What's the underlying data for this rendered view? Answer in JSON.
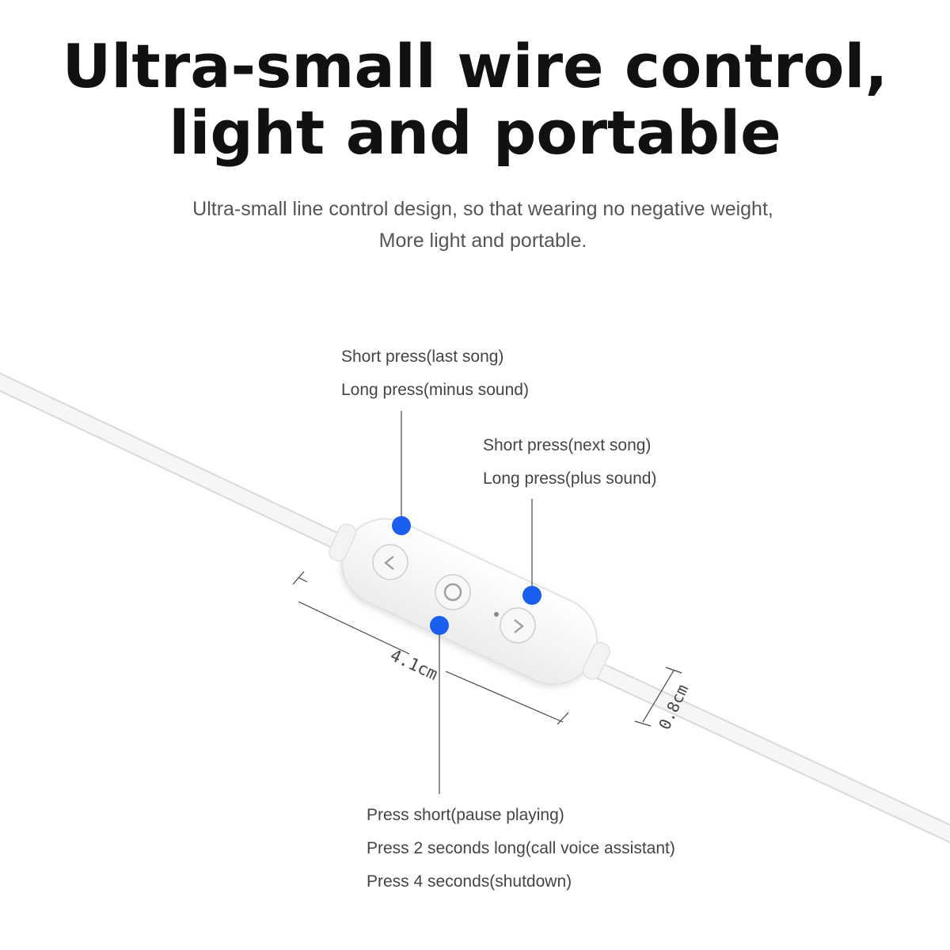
{
  "heading": {
    "line1": "Ultra-small wire control,",
    "line2": "light and portable"
  },
  "description": {
    "line1": "Ultra-small line control design, so that wearing no negative weight,",
    "line2": "More light and portable."
  },
  "callouts": {
    "prev_button": {
      "short": "Short press(last song)",
      "long": "Long press(minus sound)"
    },
    "next_button": {
      "short": "Short press(next song)",
      "long": "Long press(plus sound)"
    },
    "center_button": {
      "short": "Press short(pause playing)",
      "two_sec": "Press 2 seconds long(call voice assistant)",
      "four_sec": "Press 4 seconds(shutdown)"
    }
  },
  "dimensions": {
    "length": "4.1cm",
    "thickness": "0.8cm"
  },
  "colors": {
    "marker": "#1a5ff0",
    "cable": "#f4f4f4",
    "heading": "#111111"
  }
}
